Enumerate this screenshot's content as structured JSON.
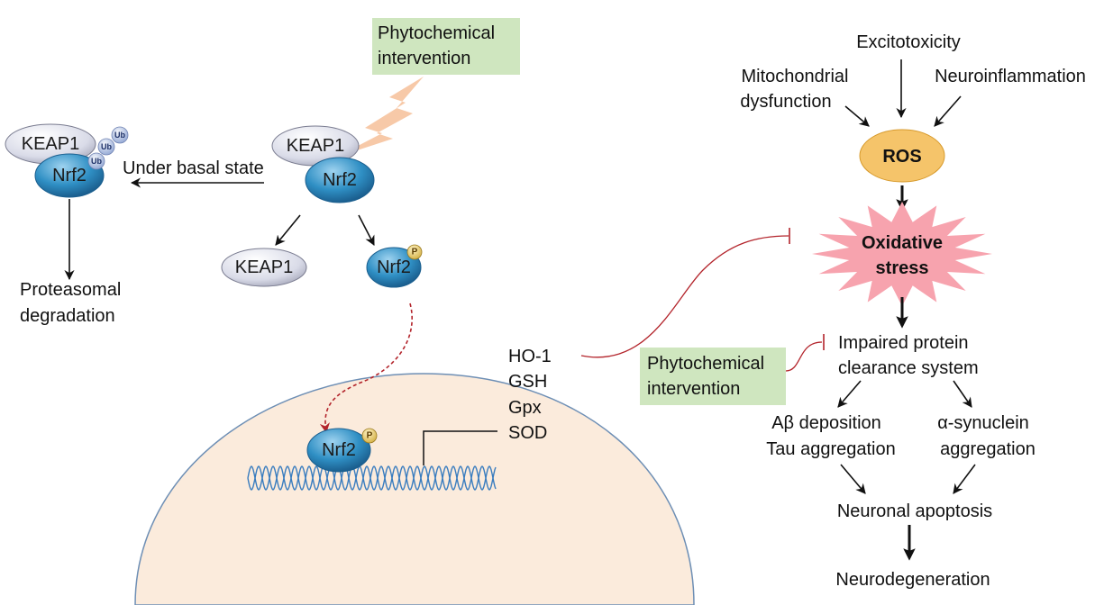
{
  "labels": {
    "keap1": "KEAP1",
    "nrf2": "Nrf2",
    "ub": "Ub",
    "p": "P",
    "under_basal_state": "Under basal state",
    "proteasomal_degradation": [
      "Proteasomal",
      "degradation"
    ],
    "phytochemical_intervention": [
      "Phytochemical",
      "intervention"
    ],
    "antioxidants": [
      "HO-1",
      "GSH",
      "Gpx",
      "SOD"
    ],
    "excitotoxicity": "Excitotoxicity",
    "mitochondrial_dysfunction": [
      "Mitochondrial",
      "dysfunction"
    ],
    "neuroinflammation": "Neuroinflammation",
    "ros": "ROS",
    "oxidative_stress": [
      "Oxidative",
      "stress"
    ],
    "impaired_protein_clearance": [
      "Impaired protein",
      "clearance system"
    ],
    "abeta_tau": [
      "Aβ deposition",
      "Tau aggregation"
    ],
    "alpha_synuclein": [
      "α-synuclein",
      "aggregation"
    ],
    "neuronal_apoptosis": "Neuronal apoptosis",
    "neurodegeneration": "Neurodegeneration"
  },
  "colors": {
    "keap1_fill": "#d9dbe8",
    "nrf2_fill": "#2f8fc4",
    "ub_fill": "#b8c7e6",
    "p_fill": "#e2c46a",
    "ros_fill": "#f5c46a",
    "oxidative_fill": "#f7a3ae",
    "intervention_box": "#cfe6bf",
    "lightning": "#f7c9a8",
    "nucleus_fill": "#fbebdc",
    "nucleus_stroke": "#6e8fb5",
    "dna": "#3a7dbf",
    "inhibit_red": "#b3242b"
  }
}
